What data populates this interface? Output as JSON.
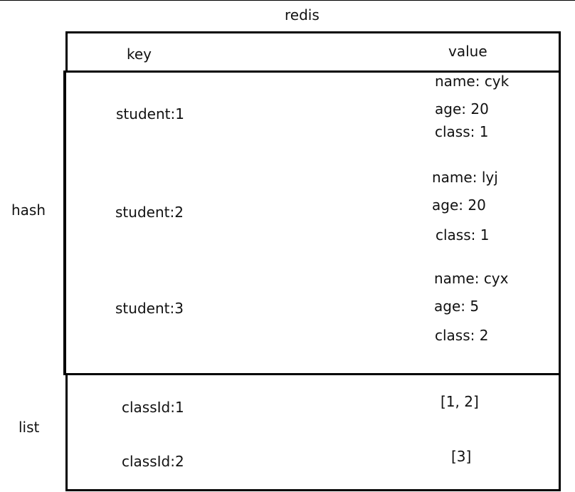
{
  "diagram": {
    "title": "redis",
    "header": {
      "key_label": "key",
      "value_label": "value"
    },
    "sections": [
      {
        "type_label": "hash",
        "entries": [
          {
            "key": "student:1",
            "fields": [
              "name: cyk",
              "age: 20",
              "class: 1"
            ]
          },
          {
            "key": "student:2",
            "fields": [
              "name: lyj",
              "age: 20",
              "class: 1"
            ]
          },
          {
            "key": "student:3",
            "fields": [
              "name: cyx",
              "age: 5",
              "class: 2"
            ]
          }
        ]
      },
      {
        "type_label": "list",
        "entries": [
          {
            "key": "classId:1",
            "value": "[1, 2]"
          },
          {
            "key": "classId:2",
            "value": "[3]"
          }
        ]
      }
    ]
  }
}
